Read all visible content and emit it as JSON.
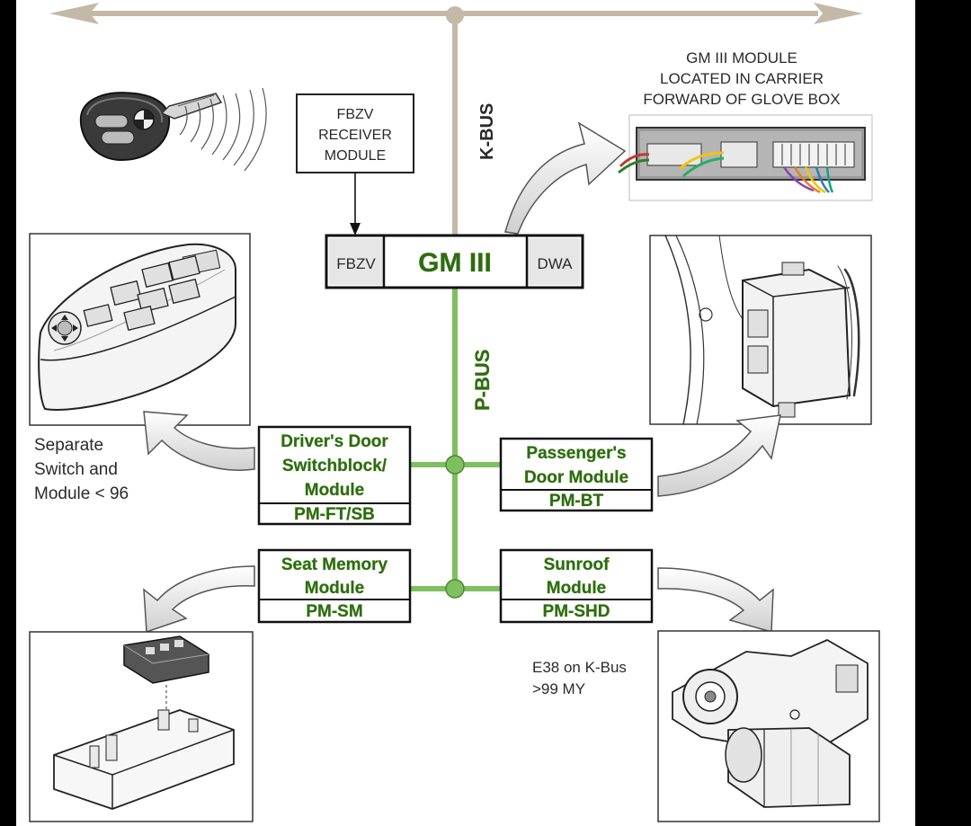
{
  "bus": {
    "k_bus": "K-BUS",
    "p_bus": "P-BUS",
    "k_color": "#c4b9a6",
    "p_color": "#7fbf5f"
  },
  "gm": {
    "left": "FBZV",
    "center": "GM III",
    "right": "DWA"
  },
  "receiver": {
    "line1": "FBZV",
    "line2": "RECEIVER",
    "line3": "MODULE"
  },
  "gm_location": {
    "line1": "GM III MODULE",
    "line2": "LOCATED IN CARRIER",
    "line3": "FORWARD OF GLOVE BOX"
  },
  "modules": {
    "drivers_door": {
      "line1": "Driver's Door",
      "line2": "Switchblock/",
      "line3": "Module",
      "code": "PM-FT/SB"
    },
    "passenger_door": {
      "line1": "Passenger's",
      "line2": "Door Module",
      "code": "PM-BT"
    },
    "seat_memory": {
      "line1": "Seat Memory",
      "line2": "Module",
      "code": "PM-SM"
    },
    "sunroof": {
      "line1": "Sunroof",
      "line2": "Module",
      "code": "PM-SHD"
    }
  },
  "notes": {
    "separate": {
      "line1": "Separate",
      "line2": "Switch and",
      "line3": "Module < 96"
    },
    "e38": {
      "line1": "E38 on K-Bus",
      "line2": ">99 MY"
    }
  }
}
